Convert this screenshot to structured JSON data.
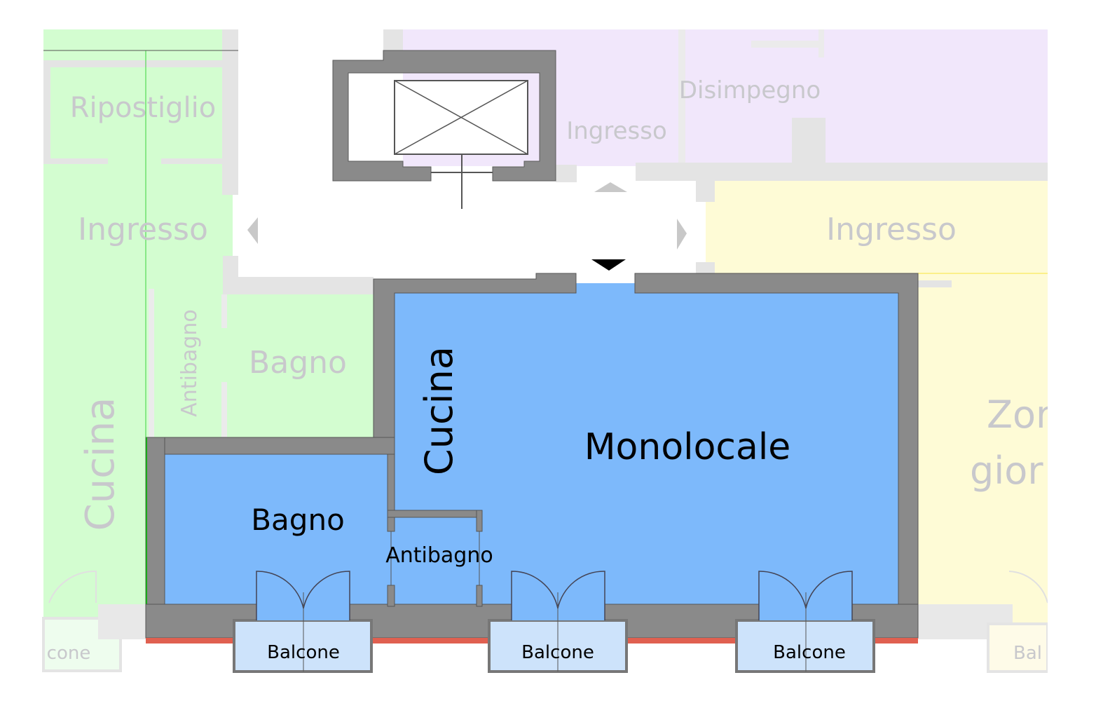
{
  "plan": {
    "title": "Monolocale floor plan",
    "colors": {
      "active_unit": "#7db9fb",
      "balcony": "#cde3fb",
      "wall": "#8a8a8a",
      "faded_wall": "#e4e4e4",
      "railing": "#e06050",
      "neighbor_west": "#d3fdd0",
      "neighbor_north": "#f1e7fb",
      "neighbor_east": "#fefbd6",
      "faded_text": "#c8c8cc",
      "main_text": "#000000"
    },
    "active_unit": {
      "rooms": {
        "main": "Monolocale",
        "kitchen": "Cucina",
        "bathroom": "Bagno",
        "antebath": "Antibagno"
      },
      "balconies": [
        "Balcone",
        "Balcone",
        "Balcone"
      ]
    },
    "neighbors": {
      "west": {
        "storage": "Ripostiglio",
        "entrance": "Ingresso",
        "antebath": "Antibagno",
        "bathroom": "Bagno",
        "kitchen": "Cucina",
        "balcony": "cone"
      },
      "north": {
        "entrance": "Ingresso",
        "hallway": "Disimpegno"
      },
      "east": {
        "entrance": "Ingresso",
        "living_line1": "Zor",
        "living_line2": "gior",
        "balcony": "Bal"
      }
    },
    "navigation": {
      "left": "previous-unit",
      "right": "next-unit",
      "up": "unit-above",
      "entrance_marker": "entrance"
    }
  }
}
